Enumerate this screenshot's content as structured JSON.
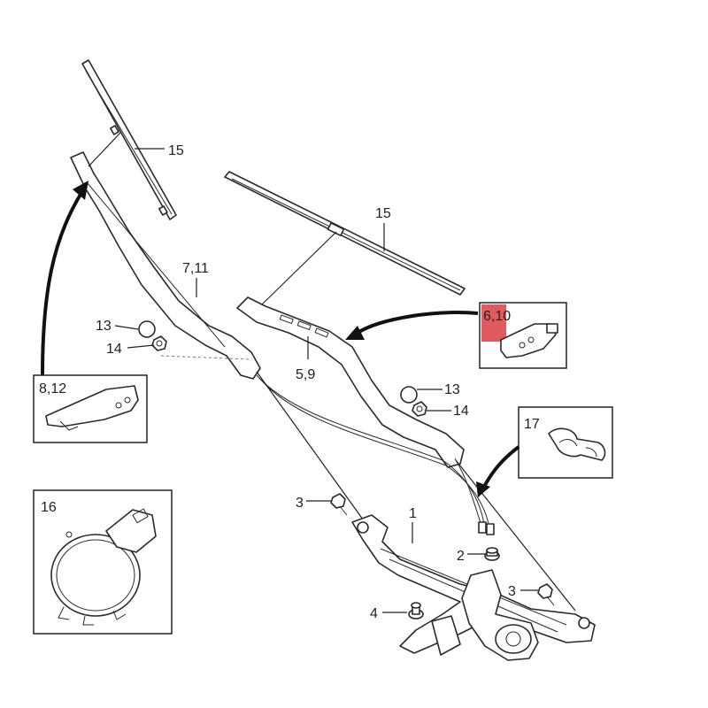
{
  "callouts": {
    "blade_left": "15",
    "blade_right": "15",
    "arm_left": "7,11",
    "arm_right": "5,9",
    "cap_left": "13",
    "nut_left": "14",
    "cap_right": "13",
    "nut_right": "14",
    "bolt_upper": "3",
    "bolt_lower": "3",
    "linkage": "1",
    "grommet": "2",
    "screw": "4"
  },
  "insets": {
    "bracket_left": "8,12",
    "bracket_right": "6,10",
    "clip": "17",
    "sensor": "16"
  },
  "colors": {
    "highlight": "#e05a60",
    "line": "#222222"
  }
}
